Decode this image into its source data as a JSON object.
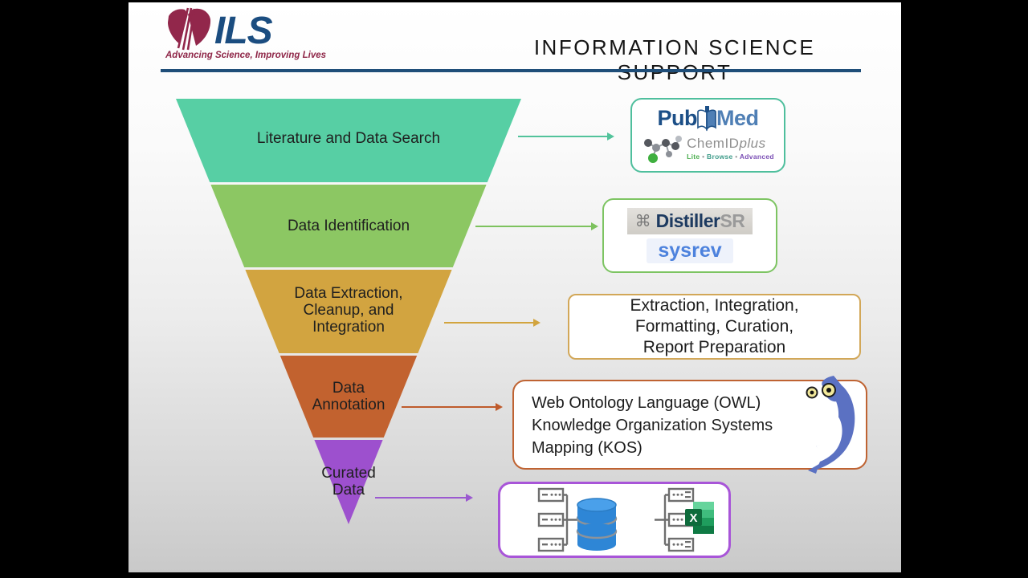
{
  "header": {
    "logo_text": "ILS",
    "logo_tagline": "Advancing Science, Improving Lives",
    "title": "INFORMATION SCIENCE SUPPORT",
    "rule_color": "#1f4e79",
    "logo_colors": {
      "mark": "#92274b",
      "text": "#1b4d80",
      "tagline": "#8e2547"
    }
  },
  "funnel": {
    "segments": [
      {
        "label": "Literature and Data Search",
        "color": "#57cfa4"
      },
      {
        "label": "Data Identification",
        "color": "#8cc763"
      },
      {
        "label": "Data Extraction,\nCleanup, and\nIntegration",
        "color": "#d2a440"
      },
      {
        "label": "Data\nAnnotation",
        "color": "#c2622f"
      },
      {
        "label": "Curated\nData",
        "color": "#9d50ce"
      }
    ]
  },
  "arrows": [
    {
      "from": "Literature and Data Search",
      "color": "#52c39b"
    },
    {
      "from": "Data Identification",
      "color": "#7dc25e"
    },
    {
      "from": "Data Extraction, Cleanup, and Integration",
      "color": "#d2a43e"
    },
    {
      "from": "Data Annotation",
      "color": "#bf5b2c"
    },
    {
      "from": "Curated Data",
      "color": "#9b59d0"
    }
  ],
  "boxes": {
    "pubmed": {
      "border_color": "#4fbf9d",
      "pub": "Pub",
      "med": "Med",
      "chemid": "ChemID",
      "chemid_suffix": "plus",
      "links": [
        "Lite",
        "Browse",
        "Advanced"
      ],
      "bullet": "•",
      "link_colors": [
        "#4caf50",
        "#3f9c8a",
        "#7b4fb5"
      ]
    },
    "distiller": {
      "border_color": "#7dc462",
      "command_symbol": "⌘",
      "name": "Distiller",
      "suffix": "SR",
      "sysrev": "sysrev",
      "sysrev_color": "#4d82dd"
    },
    "extraction": {
      "border_color": "#d2a758",
      "text": "Extraction, Integration,\nFormatting, Curation,\nReport Preparation"
    },
    "owl": {
      "border_color": "#bf6332",
      "text": "Web Ontology Language (OWL)\nKnowledge Organization Systems\nMapping (KOS)",
      "owl_color": "#5b71c2"
    },
    "database": {
      "border_color": "#a855d8",
      "cylinder_color": "#2e86d6",
      "excel_letter": "X",
      "excel_green": "#0e6b3c"
    }
  }
}
